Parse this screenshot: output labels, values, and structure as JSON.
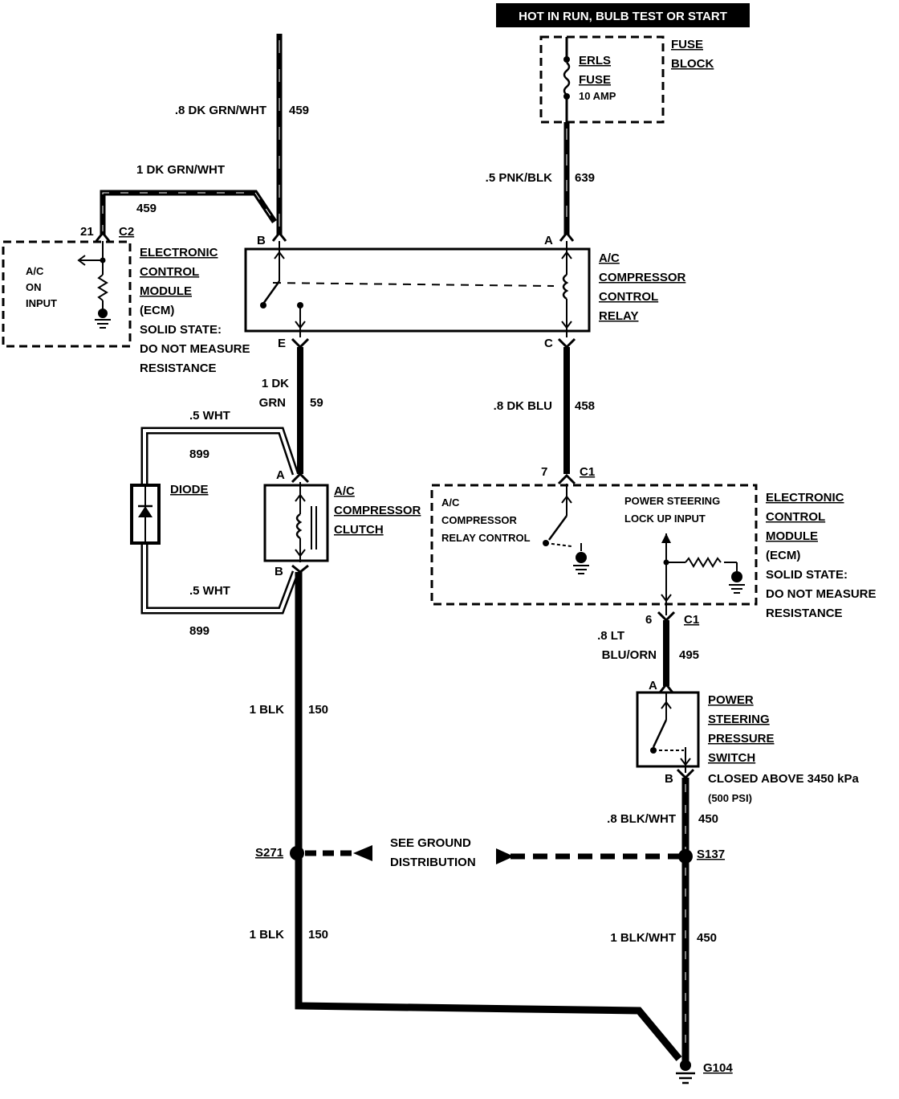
{
  "banner": "HOT IN RUN, BULB TEST OR START",
  "fuse_block": {
    "title_1": "FUSE",
    "title_2": "BLOCK",
    "fuse_name_1": "ERLS",
    "fuse_name_2": "FUSE",
    "fuse_rating": "10 AMP"
  },
  "wires": {
    "w459_top": {
      "gauge_color": ".8 DK GRN/WHT",
      "circuit": "459"
    },
    "w459_ecm": {
      "gauge_color": "1 DK GRN/WHT",
      "circuit": "459"
    },
    "w639": {
      "gauge_color": ".5 PNK/BLK",
      "circuit": "639"
    },
    "w59": {
      "gauge_color_1": "1 DK",
      "gauge_color_2": "GRN",
      "circuit": "59"
    },
    "w458": {
      "gauge_color": ".8 DK BLU",
      "circuit": "458"
    },
    "w899_top": {
      "gauge_color": ".5 WHT",
      "circuit": "899"
    },
    "w899_bottom": {
      "gauge_color": ".5 WHT",
      "circuit": "899"
    },
    "w495": {
      "gauge_color_1": ".8 LT",
      "gauge_color_2": "BLU/ORN",
      "circuit": "495"
    },
    "w150_upper": {
      "gauge_color": "1 BLK",
      "circuit": "150"
    },
    "w150_lower": {
      "gauge_color": "1 BLK",
      "circuit": "150"
    },
    "w450_upper": {
      "gauge_color": ".8 BLK/WHT",
      "circuit": "450"
    },
    "w450_lower": {
      "gauge_color": "1 BLK/WHT",
      "circuit": "450"
    }
  },
  "ecm_left": {
    "pin": "21",
    "connector": "C2",
    "input_1": "A/C",
    "input_2": "ON",
    "input_3": "INPUT",
    "title_1": "ELECTRONIC",
    "title_2": "CONTROL",
    "title_3": "MODULE",
    "title_4": "(ECM)",
    "note_1": "SOLID STATE:",
    "note_2": "DO NOT MEASURE",
    "note_3": "RESISTANCE"
  },
  "relay": {
    "pin_b": "B",
    "pin_a": "A",
    "pin_e": "E",
    "pin_c": "C",
    "title_1": "A/C",
    "title_2": "COMPRESSOR",
    "title_3": "CONTROL",
    "title_4": "RELAY"
  },
  "clutch": {
    "pin_a": "A",
    "pin_b": "B",
    "title_1": "A/C",
    "title_2": "COMPRESSOR",
    "title_3": "CLUTCH"
  },
  "diode": {
    "label": "DIODE"
  },
  "ecm_right": {
    "pin_top": "7",
    "connector_top": "C1",
    "pin_bottom": "6",
    "connector_bottom": "C1",
    "relay_ctrl_1": "A/C",
    "relay_ctrl_2": "COMPRESSOR",
    "relay_ctrl_3": "RELAY CONTROL",
    "ps_input_1": "POWER STEERING",
    "ps_input_2": "LOCK UP INPUT",
    "title_1": "ELECTRONIC",
    "title_2": "CONTROL",
    "title_3": "MODULE",
    "title_4": "(ECM)",
    "note_1": "SOLID STATE:",
    "note_2": "DO NOT MEASURE",
    "note_3": "RESISTANCE"
  },
  "ps_switch": {
    "pin_a": "A",
    "pin_b": "B",
    "title_1": "POWER",
    "title_2": "STEERING",
    "title_3": "PRESSURE",
    "title_4": "SWITCH",
    "note_1": "CLOSED ABOVE 3450 kPa",
    "note_2": "(500 PSI)"
  },
  "splices": {
    "left": "S271",
    "right": "S137",
    "ref_1": "SEE GROUND",
    "ref_2": "DISTRIBUTION"
  },
  "ground": {
    "label": "G104"
  },
  "colors": {
    "ink": "#000000",
    "paper": "#ffffff",
    "wire_highlight": "#ffffff"
  }
}
